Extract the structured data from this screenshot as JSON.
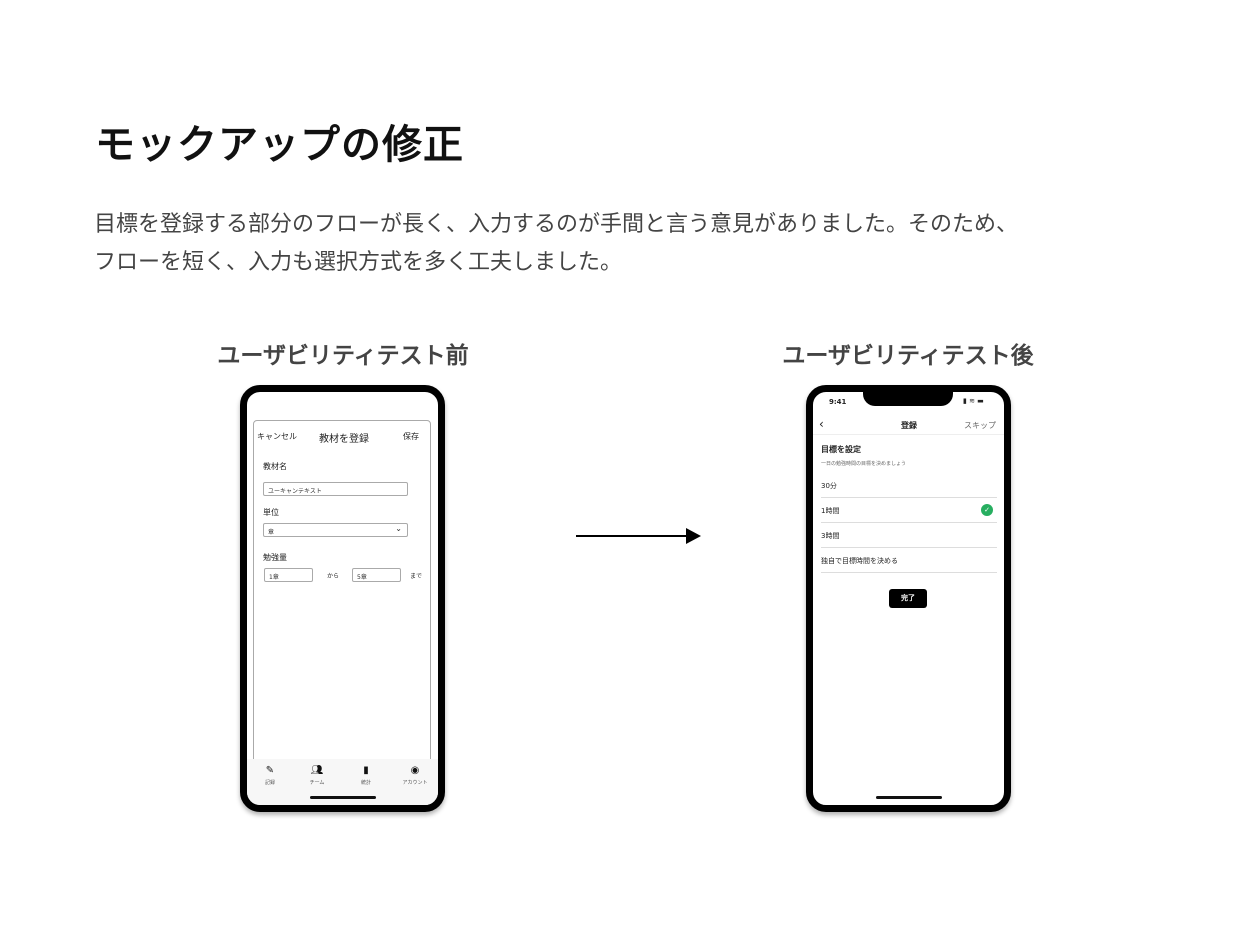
{
  "title": "モックアップの修正",
  "description": [
    "目標を登録する部分のフローが長く、入力するのが手間と言う意見がありました。そのため、",
    "フローを短く、入力も選択方式を多く工夫しました。"
  ],
  "before": {
    "label": "ユーザビリティテスト前",
    "cancel": "キャンセル",
    "header": "教材を登録",
    "save": "保存",
    "name_label": "教材名",
    "name_value": "ユーキャンテキスト",
    "unit_label": "単位",
    "unit_value": "章",
    "amount_label": "勉強量",
    "from_value": "1章",
    "from_text": "から",
    "to_value": "5章",
    "to_text": "まで",
    "tabs": [
      {
        "label": "記録",
        "icon": "pencil-icon"
      },
      {
        "label": "チーム",
        "icon": "team-icon"
      },
      {
        "label": "統計",
        "icon": "chart-icon"
      },
      {
        "label": "アカウント",
        "icon": "account-icon"
      }
    ]
  },
  "after": {
    "label": "ユーザビリティテスト後",
    "time": "9:41",
    "header": "登録",
    "skip": "スキップ",
    "section_title": "目標を設定",
    "section_sub": "一日の勉強時間の目標を決めましょう",
    "options": [
      "30分",
      "1時間",
      "3時間",
      "独自で目標時間を決める"
    ],
    "selected": 1,
    "done": "完了",
    "check_color": "#27ae60"
  }
}
